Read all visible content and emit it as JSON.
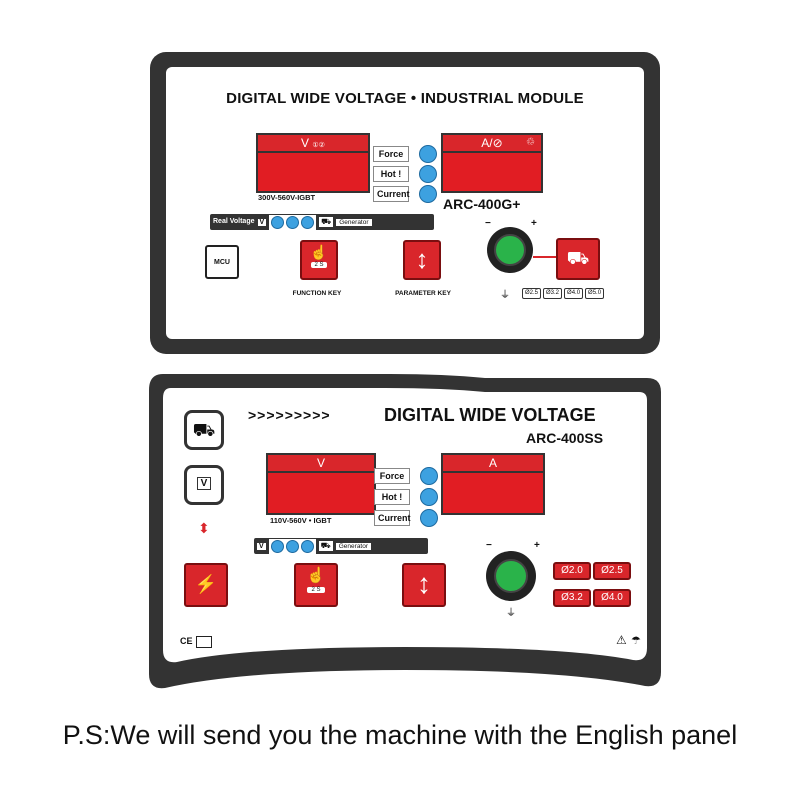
{
  "panel_top": {
    "title": "DIGITAL WIDE VOLTAGE • INDUSTRIAL MODULE",
    "volt_display_label": "V",
    "volt_symbol": "①②",
    "amp_display_label": "A/⊘",
    "amp_symbol": "♲",
    "keys": [
      "Force",
      "Hot !",
      "Current"
    ],
    "spec": "300V-560V-IGBT",
    "model": "ARC-400G+",
    "strip_label": "Real Voltage",
    "strip_v": "V",
    "generator_label": "Generator",
    "mcu_label": "MCU",
    "function_key_btn": "2 S",
    "function_key_label": "FUNCTION KEY",
    "parameter_key_label": "PARAMETER KEY",
    "knob_minus": "−",
    "knob_plus": "+",
    "electrodes": [
      "Ø2.5",
      "Ø3.2",
      "Ø4.0",
      "Ø5.0"
    ]
  },
  "panel_bottom": {
    "arrows": ">>>>>>>>>",
    "title": "DIGITAL WIDE VOLTAGE",
    "model": "ARC-400SS",
    "volt_display_label": "V",
    "amp_display_label": "A",
    "keys": [
      "Force",
      "Hot !",
      "Current"
    ],
    "spec": "110V-560V • IGBT",
    "strip_v": "V",
    "generator_label": "Generator",
    "function_key_btn": "2 S",
    "side_v": "V",
    "knob_minus": "−",
    "knob_plus": "+",
    "electrodes": [
      "Ø2.0",
      "Ø2.5",
      "Ø3.2",
      "Ø4.0"
    ],
    "cert": "CE",
    "warning": "⚠"
  },
  "footer": "P.S:We will send you the machine with the English panel",
  "colors": {
    "red": "#e11d23",
    "blue": "#3da1e0",
    "green": "#2ab34a",
    "frame": "#333333"
  }
}
